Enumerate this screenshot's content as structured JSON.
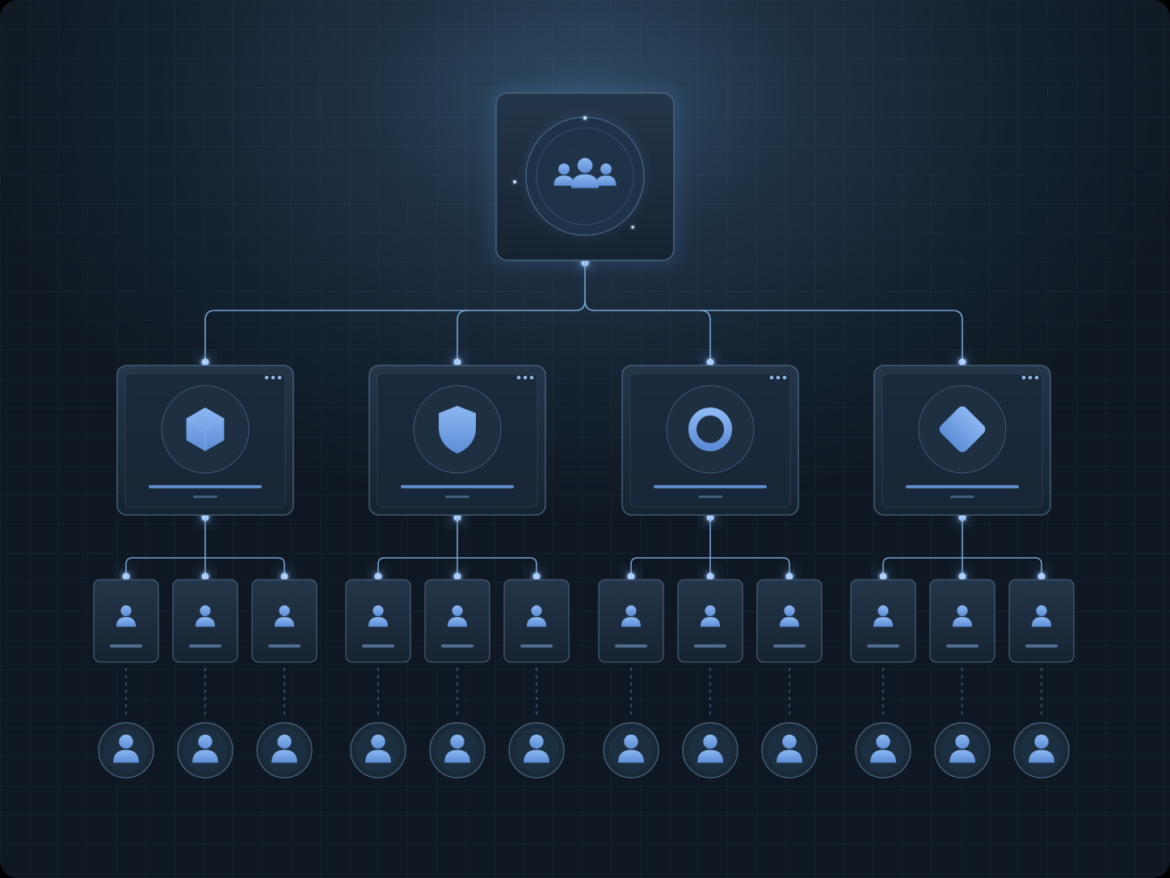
{
  "colors": {
    "accent": "#6ea6ff",
    "line": "#7fb2ea",
    "icon": "#6f9ee8",
    "card_fill": "#1a2736",
    "card_stroke": "#4a6681"
  },
  "root": {
    "icon": "team-icon"
  },
  "departments": [
    {
      "icon": "hexagon-icon",
      "members": 3,
      "subordinates": 3
    },
    {
      "icon": "shield-icon",
      "members": 3,
      "subordinates": 3
    },
    {
      "icon": "ring-icon",
      "members": 3,
      "subordinates": 3
    },
    {
      "icon": "diamond-icon",
      "members": 3,
      "subordinates": 3
    }
  ]
}
